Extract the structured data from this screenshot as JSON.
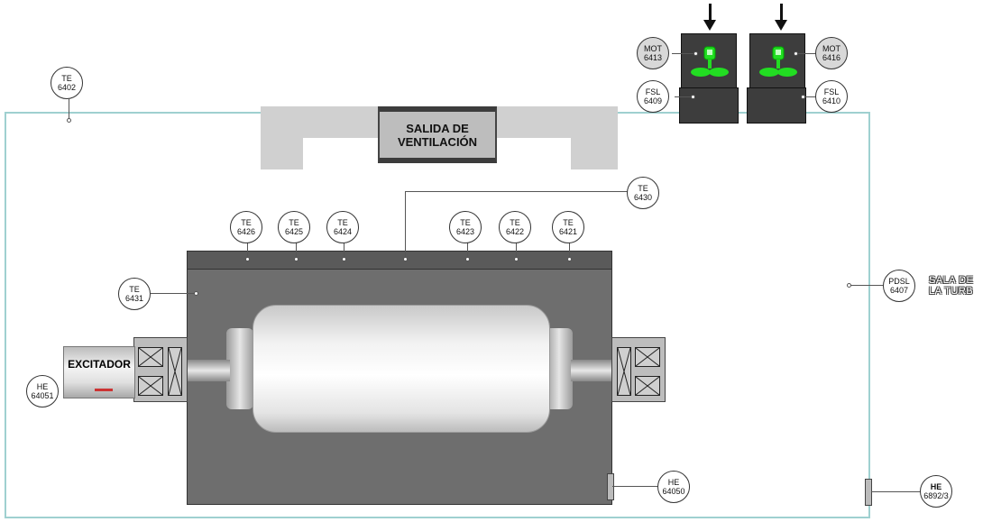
{
  "vent": {
    "line1": "SALIDA DE",
    "line2": "VENTILACIÓN"
  },
  "exciter": {
    "label": "EXCITADOR"
  },
  "room": {
    "line1": "SALA DE",
    "line2": "LA TURB"
  },
  "tags": {
    "te6402": {
      "a": "TE",
      "b": "6402"
    },
    "mot6413": {
      "a": "MOT",
      "b": "6413"
    },
    "mot6416": {
      "a": "MOT",
      "b": "6416"
    },
    "fsl6409": {
      "a": "FSL",
      "b": "6409"
    },
    "fsl6410": {
      "a": "FSL",
      "b": "6410"
    },
    "te6430": {
      "a": "TE",
      "b": "6430"
    },
    "te6426": {
      "a": "TE",
      "b": "6426"
    },
    "te6425": {
      "a": "TE",
      "b": "6425"
    },
    "te6424": {
      "a": "TE",
      "b": "6424"
    },
    "te6423": {
      "a": "TE",
      "b": "6423"
    },
    "te6422": {
      "a": "TE",
      "b": "6422"
    },
    "te6421": {
      "a": "TE",
      "b": "6421"
    },
    "te6431": {
      "a": "TE",
      "b": "6431"
    },
    "pdsl6407": {
      "a": "PDSL",
      "b": "6407"
    },
    "he64051": {
      "a": "HE",
      "b": "64051"
    },
    "he64050": {
      "a": "HE",
      "b": "64050"
    },
    "he6892": {
      "a": "HE",
      "b": "6892/3"
    }
  },
  "colors": {
    "boundary": "#9fd0d0",
    "fan_green": "#22dd22",
    "generator": "#6e6e6e"
  }
}
